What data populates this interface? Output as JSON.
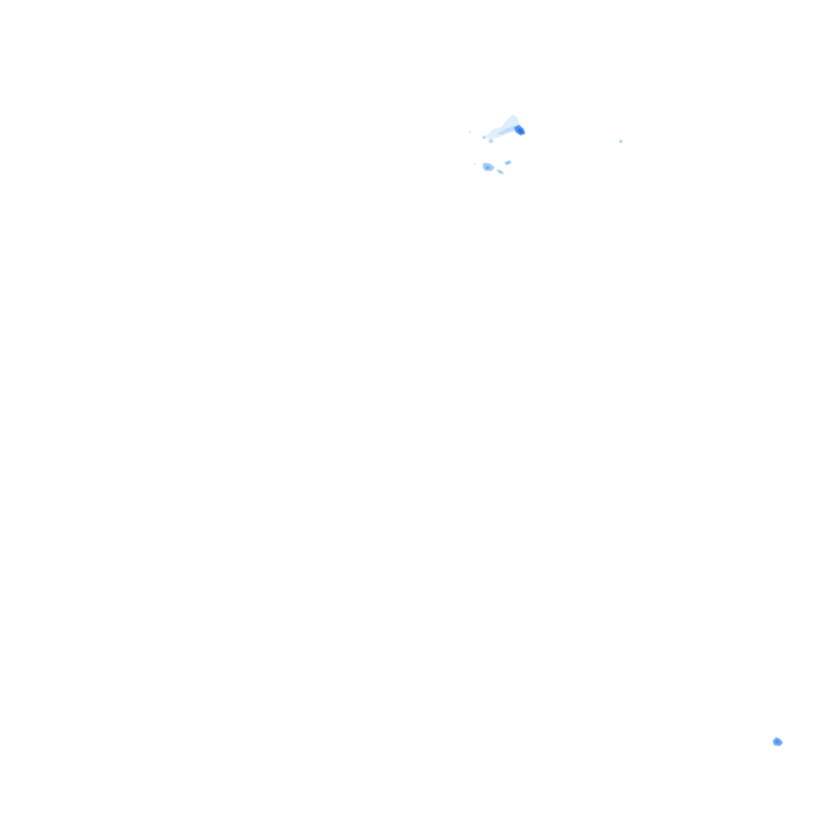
{
  "layer": {
    "kind": "precipitation-radar-overlay",
    "background": "transparent",
    "palette": {
      "light": "#cfe6fb",
      "medium": "#8fc3f5",
      "strong": "#4f8ff0",
      "heavy": "#2f6fe0"
    }
  },
  "echo_cells": [
    {
      "id": "cluster-north-main",
      "intensity": "medium"
    },
    {
      "id": "cluster-north-core",
      "intensity": "heavy"
    },
    {
      "id": "cluster-north-south",
      "intensity": "medium"
    },
    {
      "id": "speck-east",
      "intensity": "medium"
    },
    {
      "id": "cell-southeast",
      "intensity": "strong"
    }
  ]
}
